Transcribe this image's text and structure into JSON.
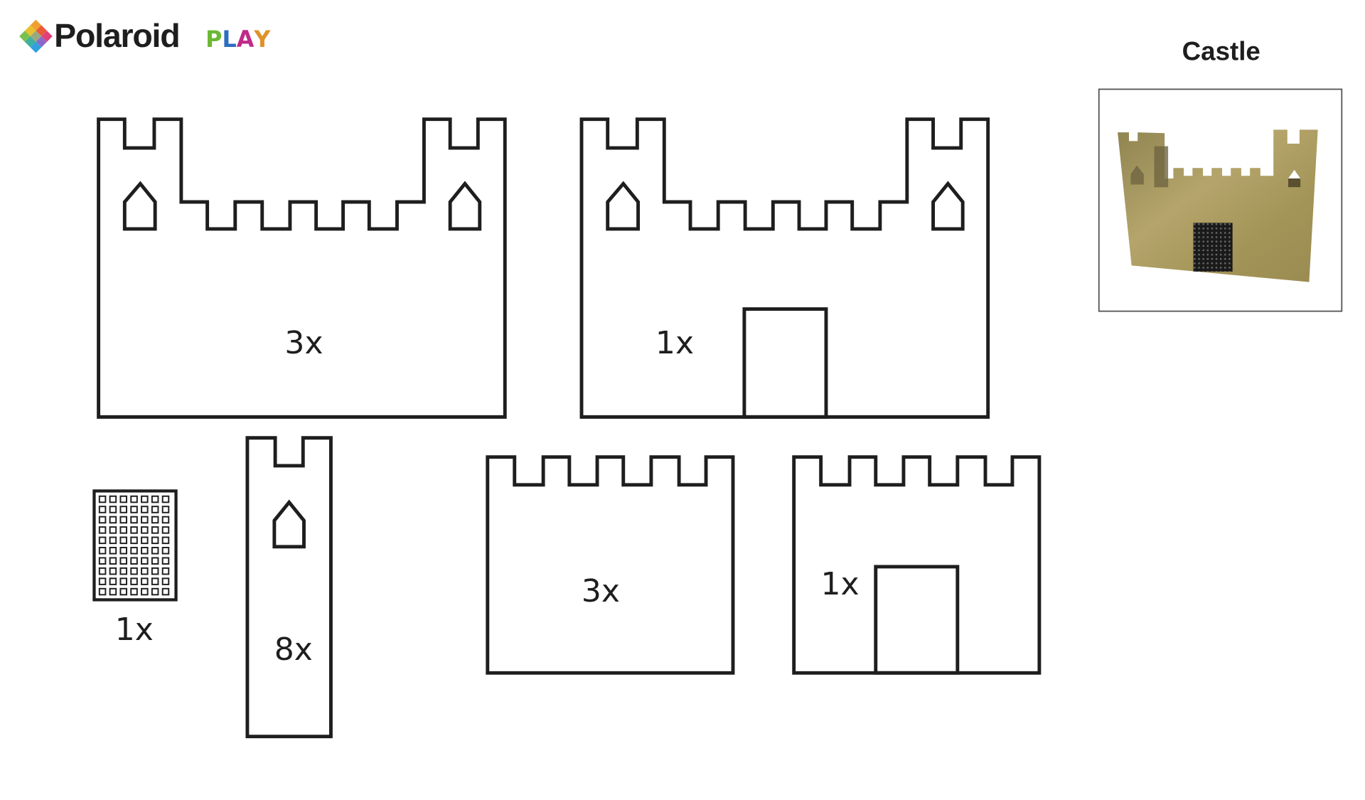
{
  "logo": {
    "brand": "Polaroid",
    "sub": "PLAY",
    "sub_letters": [
      "P",
      "L",
      "A",
      "Y"
    ],
    "sub_colors": [
      "#6cb832",
      "#2d6cc0",
      "#c0288a",
      "#e0922a"
    ]
  },
  "preview": {
    "title": "Castle"
  },
  "pieces": {
    "wall_towers": {
      "qty": "3x"
    },
    "wall_towers_door": {
      "qty": "1x"
    },
    "portcullis": {
      "qty": "1x"
    },
    "tower": {
      "qty": "8x"
    },
    "wall_small": {
      "qty": "3x"
    },
    "wall_small_door": {
      "qty": "1x"
    }
  }
}
